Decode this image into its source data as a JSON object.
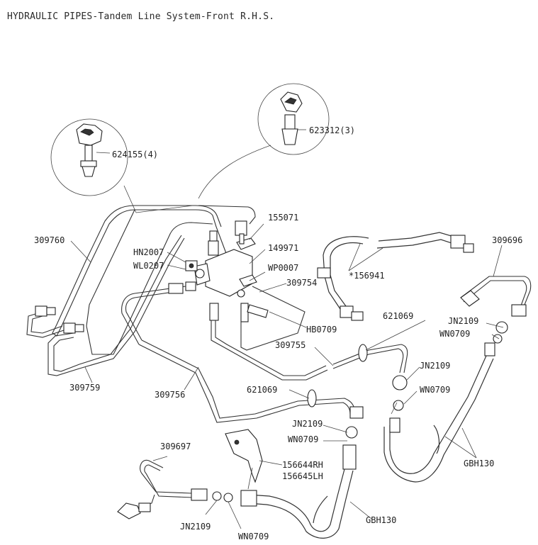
{
  "title": "HYDRAULIC PIPES-Tandem Line System-Front R.H.S.",
  "labels": {
    "p624155": "624155(4)",
    "p623312": "623312(3)",
    "p155071": "155071",
    "p149971": "149971",
    "pHN2007": "HN2007",
    "pWL0207": "WL0207",
    "pWP0007": "WP0007",
    "p309760": "309760",
    "p309754": "309754",
    "p156941": "*156941",
    "p309696": "309696",
    "pHB0709": "HB0709",
    "p621069a": "621069",
    "pJN2109a": "JN2109",
    "pWN0709a": "WN0709",
    "p309755": "309755",
    "pJN2109b": "JN2109",
    "pWN0709b": "WN0709",
    "p309759": "309759",
    "p309756": "309756",
    "p621069b": "621069",
    "pJN2109c": "JN2109",
    "pWN0709c": "WN0709",
    "p309697": "309697",
    "p156644": "156644RH",
    "p156645": "156645LH",
    "pGBH130a": "GBH130",
    "pGBH130b": "GBH130",
    "pJN2109d": "JN2109",
    "pWN0709d": "WN0709"
  }
}
